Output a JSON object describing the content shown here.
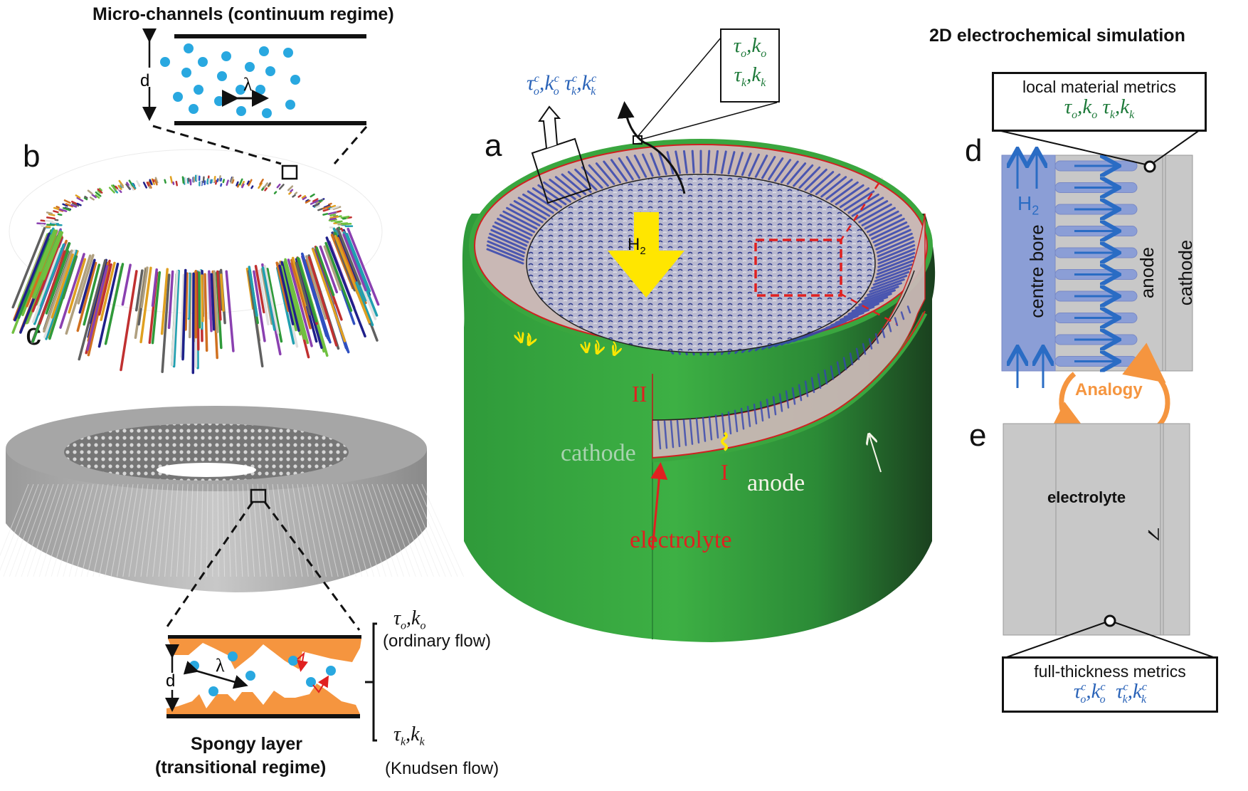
{
  "panels": {
    "a": {
      "label": "a"
    },
    "b": {
      "label": "b"
    },
    "c": {
      "label": "c"
    },
    "d": {
      "label": "d"
    },
    "e": {
      "label": "e"
    }
  },
  "titles": {
    "micro_channels": "Micro-channels (continuum regime)",
    "simulation_2d": "2D electrochemical simulation",
    "spongy_line1": "Spongy layer",
    "spongy_line2": "(transitional regime)"
  },
  "micro_channel_inset": {
    "d_label": "d",
    "lambda_label": "λ"
  },
  "spongy_inset": {
    "d_label": "d",
    "lambda_label": "λ",
    "ordinary_metrics": {
      "tau": "τ",
      "tau_sub": "o",
      "k": "k",
      "k_sub": "o"
    },
    "ordinary_caption": "(ordinary flow)",
    "knudsen_metrics": {
      "tau": "τ",
      "tau_sub": "k",
      "k": "k",
      "k_sub": "k"
    },
    "knudsen_caption": "(Knudsen flow)"
  },
  "panel_a": {
    "continuum_metrics": {
      "tau": "τ",
      "k": "k",
      "sup": "c",
      "sub_o": "o",
      "sub_k": "k"
    },
    "local_metrics": {
      "tau": "τ",
      "k": "k",
      "sub_o": "o",
      "sub_k": "k"
    },
    "h2_label": "H",
    "h2_sub": "2",
    "cathode_label": "cathode",
    "anode_label": "anode",
    "electrolyte_label": "electrolyte",
    "region_I": "I",
    "region_II": "II"
  },
  "panel_d": {
    "local_box_title": "local material metrics",
    "local_metrics": {
      "tau": "τ",
      "k": "k",
      "sub_o": "o",
      "sub_k": "k"
    },
    "h2_label": "H",
    "h2_sub": "2",
    "centre_bore_label": "centre bore",
    "anode_label": "anode",
    "cathode_label": "cathode",
    "channel_count": 10
  },
  "analogy_label": "Analogy",
  "panel_e": {
    "electrolyte_label": "electrolyte",
    "full_box_title": "full-thickness metrics",
    "full_metrics": {
      "tau": "τ",
      "k": "k",
      "sup": "c",
      "sub_o": "o",
      "sub_k": "k"
    }
  },
  "colors": {
    "particle": "#29a8e0",
    "spongy": "#f5953f",
    "cathode_green": "#3aa63f",
    "anode_beige": "#c9b8b5",
    "pore_blue": "#3545b0",
    "h2_arrow": "#ffe600",
    "electrolyte_red": "#e02020",
    "bore_blue": "#8b9ed6",
    "flow_arrow": "#2a6cc4",
    "gray_panel": "#c8c8c8",
    "analogy": "#f5953f",
    "metric_green": "#1e7a3a",
    "metric_blue": "#2a63b8"
  }
}
